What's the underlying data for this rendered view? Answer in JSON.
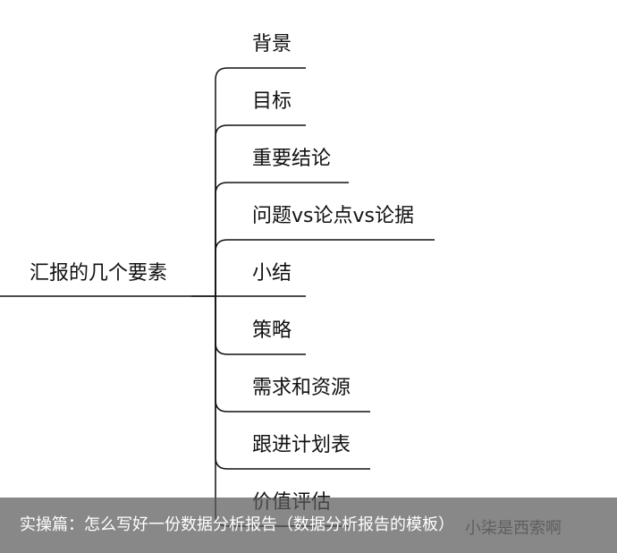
{
  "diagram": {
    "root": "汇报的几个要素",
    "branches": [
      "背景",
      "目标",
      "重要结论",
      "问题vs论点vs论据",
      "小结",
      "策略",
      "需求和资源",
      "跟进计划表",
      "价值评估"
    ]
  },
  "caption": {
    "text": "实操篇：怎么写好一份数据分析报告（数据分析报告的模板）",
    "watermark": "小柒是西索啊"
  }
}
